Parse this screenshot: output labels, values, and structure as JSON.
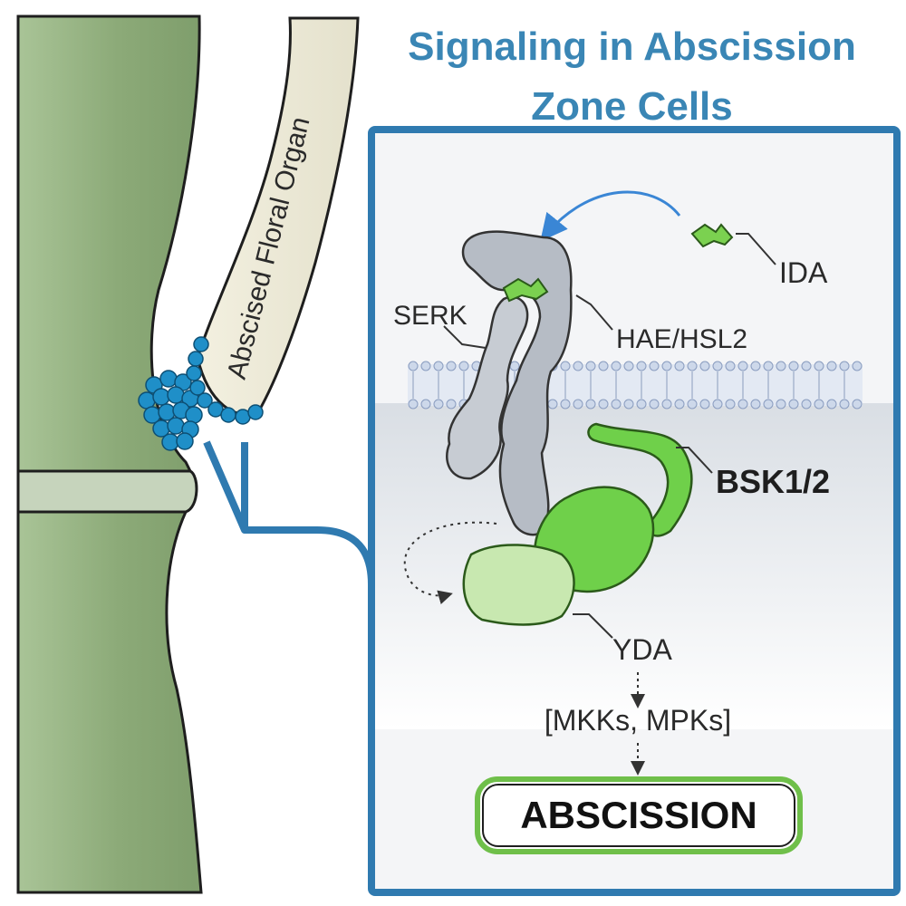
{
  "title": {
    "line1": "Signaling in Abscission",
    "line2": "Zone Cells"
  },
  "organ_label": "Abscised Floral Organ",
  "labels": {
    "ida": "IDA",
    "serk": "SERK",
    "hae_hsl2": "HAE/HSL2",
    "bsk": "BSK1/2",
    "yda": "YDA",
    "mapk": "[MKKs, MPKs]",
    "outcome": "ABSCISSION"
  },
  "colors": {
    "title_blue": "#3a86b5",
    "panel_border": "#2f7ab0",
    "stem_green": "#8faf7d",
    "bsk_green": "#6fd04a",
    "yda_green": "#c8e8b0",
    "receptor_gray": "#b3b9c2",
    "cell_blue": "#1f8fc8"
  }
}
